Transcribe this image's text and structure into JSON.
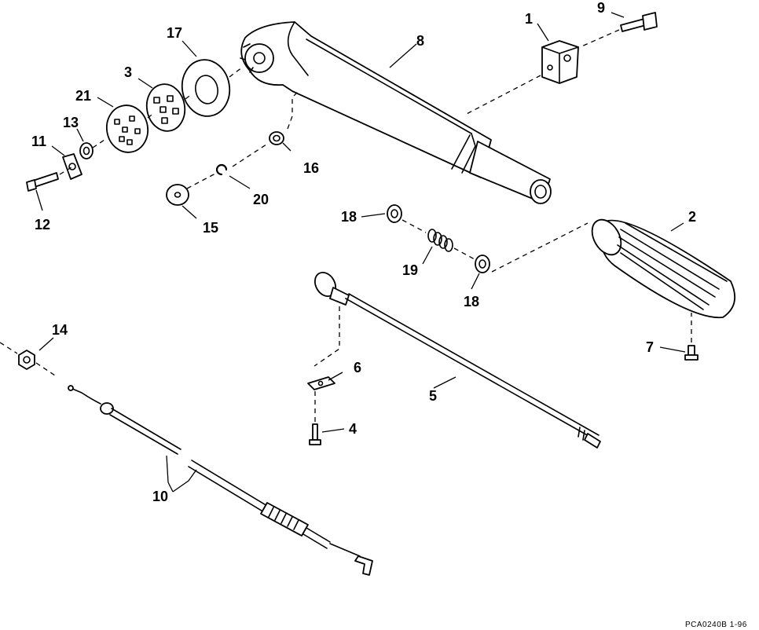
{
  "labels": {
    "p1": "1",
    "p2": "2",
    "p3": "3",
    "p4": "4",
    "p5": "5",
    "p6": "6",
    "p7": "7",
    "p8": "8",
    "p9": "9",
    "p10": "10",
    "p11": "11",
    "p12": "12",
    "p13": "13",
    "p14": "14",
    "p15": "15",
    "p16": "16",
    "p17": "17",
    "p18a": "18",
    "p18b": "18",
    "p19": "19",
    "p20": "20",
    "p21": "21"
  },
  "figure_code": "PCA0240B   1-96"
}
